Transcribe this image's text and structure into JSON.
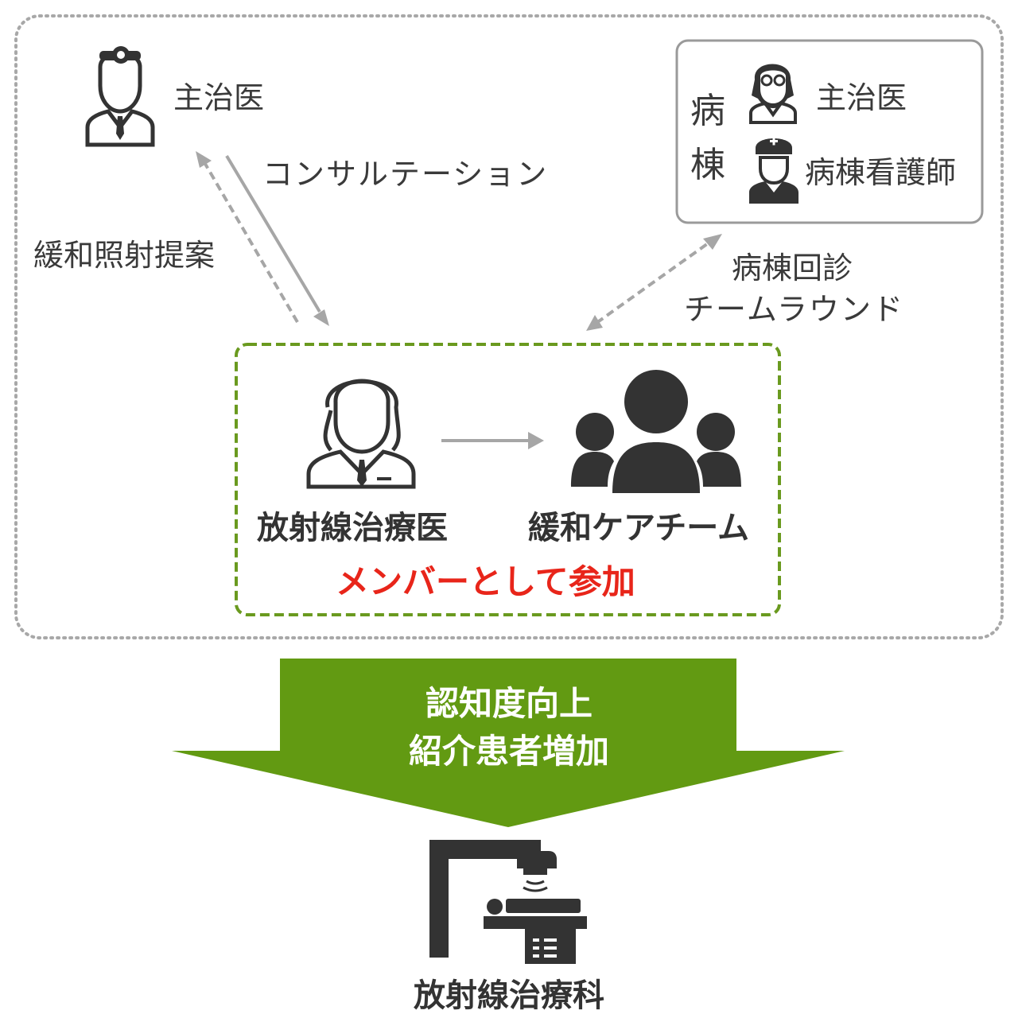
{
  "attending_top": {
    "label": "主治医"
  },
  "consultation": {
    "label": "コンサルテーション"
  },
  "palliative_proposal": {
    "label": "緩和照射提案"
  },
  "ward_box": {
    "side_label_1": "病",
    "side_label_2": "棟",
    "attending_label": "主治医",
    "nurse_label": "病棟看護師"
  },
  "ward_rounds": {
    "line1": "病棟回診",
    "line2": "チームラウンド"
  },
  "radiation_oncologist": {
    "label": "放射線治療医"
  },
  "palliative_team": {
    "label": "緩和ケアチーム"
  },
  "member": {
    "label": "メンバーとして参加",
    "color": "#e8251a"
  },
  "result_arrow": {
    "line1": "認知度向上",
    "line2": "紹介患者増加",
    "color": "#629a12"
  },
  "department": {
    "label": "放射線治療科"
  },
  "colors": {
    "dashed_green": "#6a9a1f",
    "gray_arrow": "#a6a6a6",
    "icon": "#333333"
  }
}
